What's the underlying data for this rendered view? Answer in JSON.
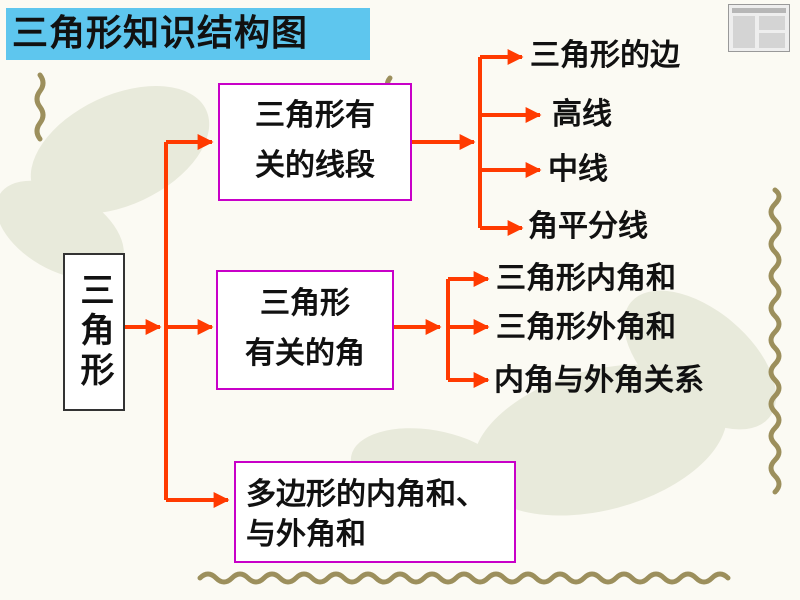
{
  "title": "三角形知识结构图",
  "root": "三角形",
  "branches": [
    {
      "lines": [
        "三角形有",
        "关的线段"
      ],
      "leaves": [
        "三角形的边",
        "高线",
        "中线",
        "角平分线"
      ]
    },
    {
      "lines": [
        "三角形",
        "有关的角"
      ],
      "leaves": [
        "三角形内角和",
        "三角形外角和",
        "内角与外角关系"
      ]
    },
    {
      "lines": [
        "多边形的内角和、",
        "与外角和"
      ]
    }
  ],
  "colors": {
    "arrow": "#ff3a00",
    "box_border": "#c800c8",
    "title_bg": "#5ec6ee"
  },
  "decoration": {
    "thumbnail_icon": "document-thumbnail-icon",
    "background": "leaf-watermark"
  }
}
